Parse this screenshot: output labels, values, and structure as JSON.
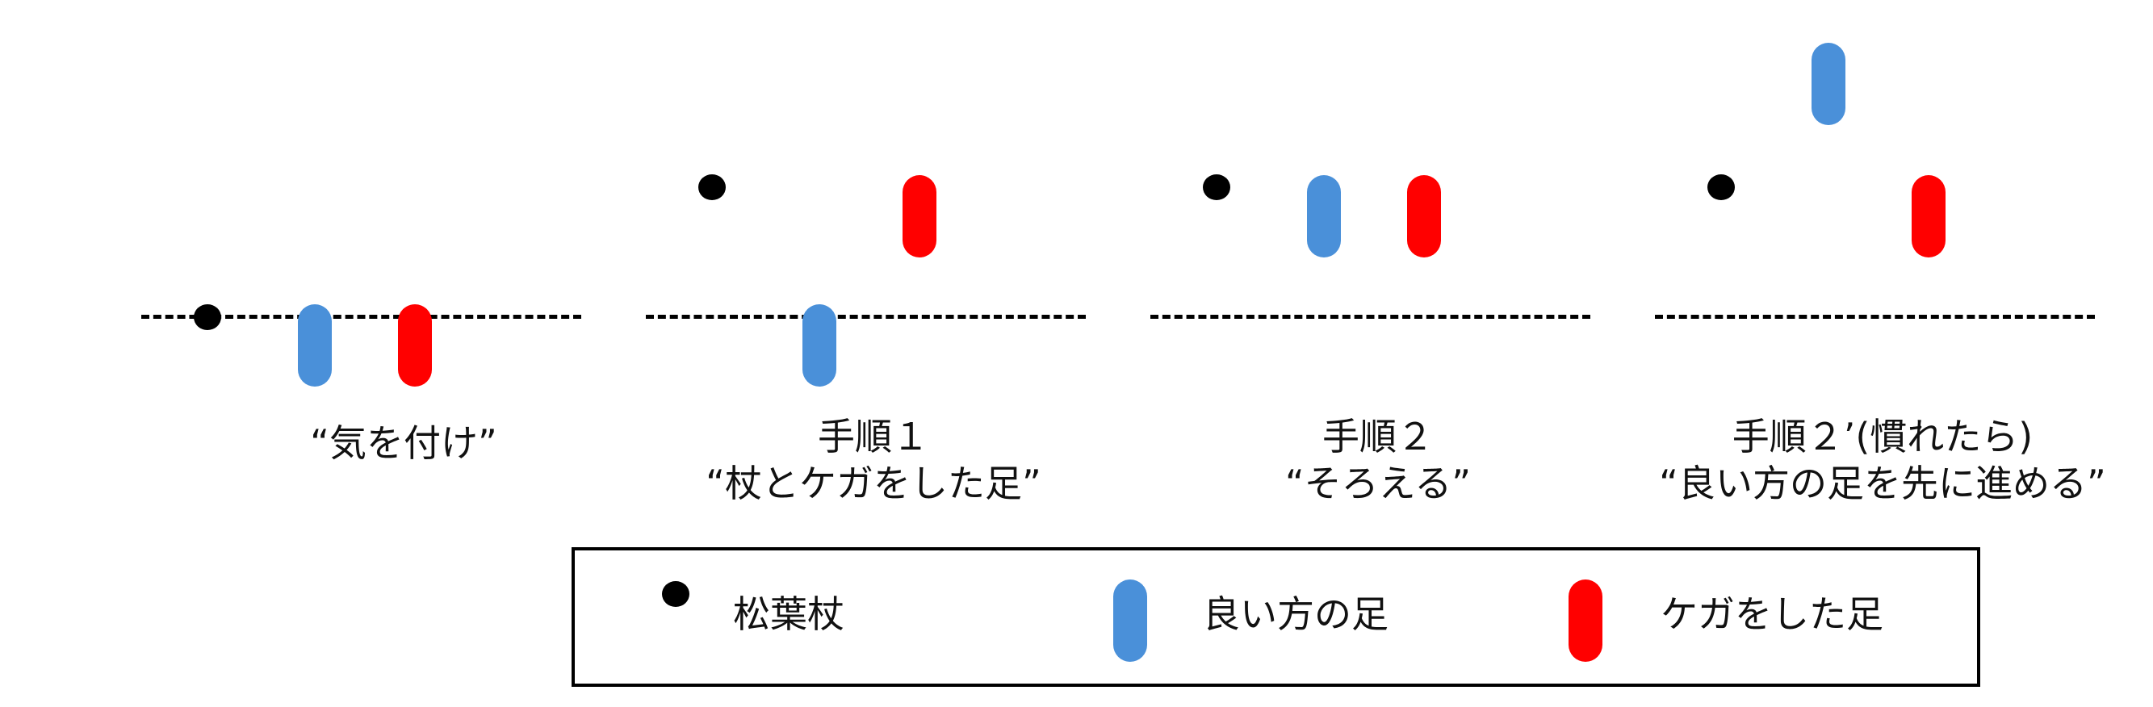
{
  "colors": {
    "good_foot": "#4a90d9",
    "injured_foot": "#ff0000",
    "crutch": "#000000"
  },
  "steps": [
    {
      "line1": "“気を付け”",
      "line2": ""
    },
    {
      "line1": "手順１",
      "line2": "“杖とケガをした足”"
    },
    {
      "line1": "手順２",
      "line2": "“そろえる”"
    },
    {
      "line1": "手順２’(慣れたら)",
      "line2": "“良い方の足を先に進める”"
    }
  ],
  "legend": {
    "crutch": "松葉杖",
    "good_foot": "良い方の足",
    "injured_foot": "ケガをした足"
  }
}
